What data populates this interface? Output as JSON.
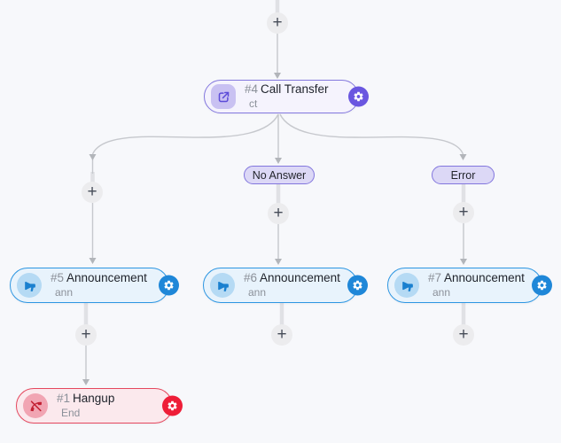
{
  "plus": "+",
  "nodes": [
    {
      "number": "#4",
      "title": "Call Transfer",
      "subtitle": "ct"
    },
    {
      "number": "#5",
      "title": "Announcement",
      "subtitle": "ann"
    },
    {
      "number": "#6",
      "title": "Announcement",
      "subtitle": "ann"
    },
    {
      "number": "#7",
      "title": "Announcement",
      "subtitle": "ann"
    },
    {
      "number": "#1",
      "title": "Hangup",
      "subtitle": "End"
    }
  ],
  "branch_labels": [
    {
      "text": "No Answer"
    },
    {
      "text": "Error"
    }
  ],
  "colors": {
    "background": "#f7f8fb",
    "purple_accent": "#6a57e0",
    "blue_accent": "#1f87d8",
    "red_accent": "#ee1e38",
    "edge_line": "#c6c8cd",
    "edge_thick": "#e0e1e5",
    "plus_circle": "#ececee"
  }
}
